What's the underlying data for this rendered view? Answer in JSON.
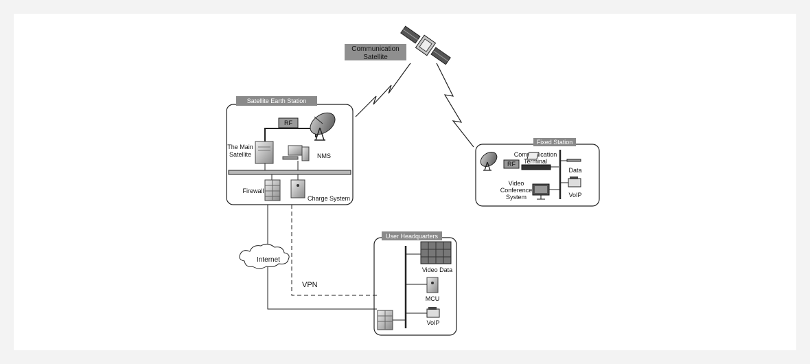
{
  "satellite": {
    "label_line1": "Communication",
    "label_line2": "Satellite"
  },
  "earth_station": {
    "title": "Satellite Earth Station",
    "rf": "RF",
    "main_satellite_line1": "The Main",
    "main_satellite_line2": "Satellite",
    "nms": "NMS",
    "firewall": "Firewall",
    "charge_system": "Charge System"
  },
  "fixed_station": {
    "title": "Fixed Station",
    "rf": "RF",
    "comm_terminal_line1": "Communication",
    "comm_terminal_line2": "Terminal",
    "data": "Data",
    "video_line1": "Video",
    "video_line2": "Conference",
    "video_line3": "System",
    "voip": "VoIP"
  },
  "network": {
    "internet": "Internet",
    "vpn": "VPN"
  },
  "headquarters": {
    "title": "User Headquarters",
    "video_data": "Video Data",
    "mcu": "MCU",
    "voip": "VoIP"
  }
}
